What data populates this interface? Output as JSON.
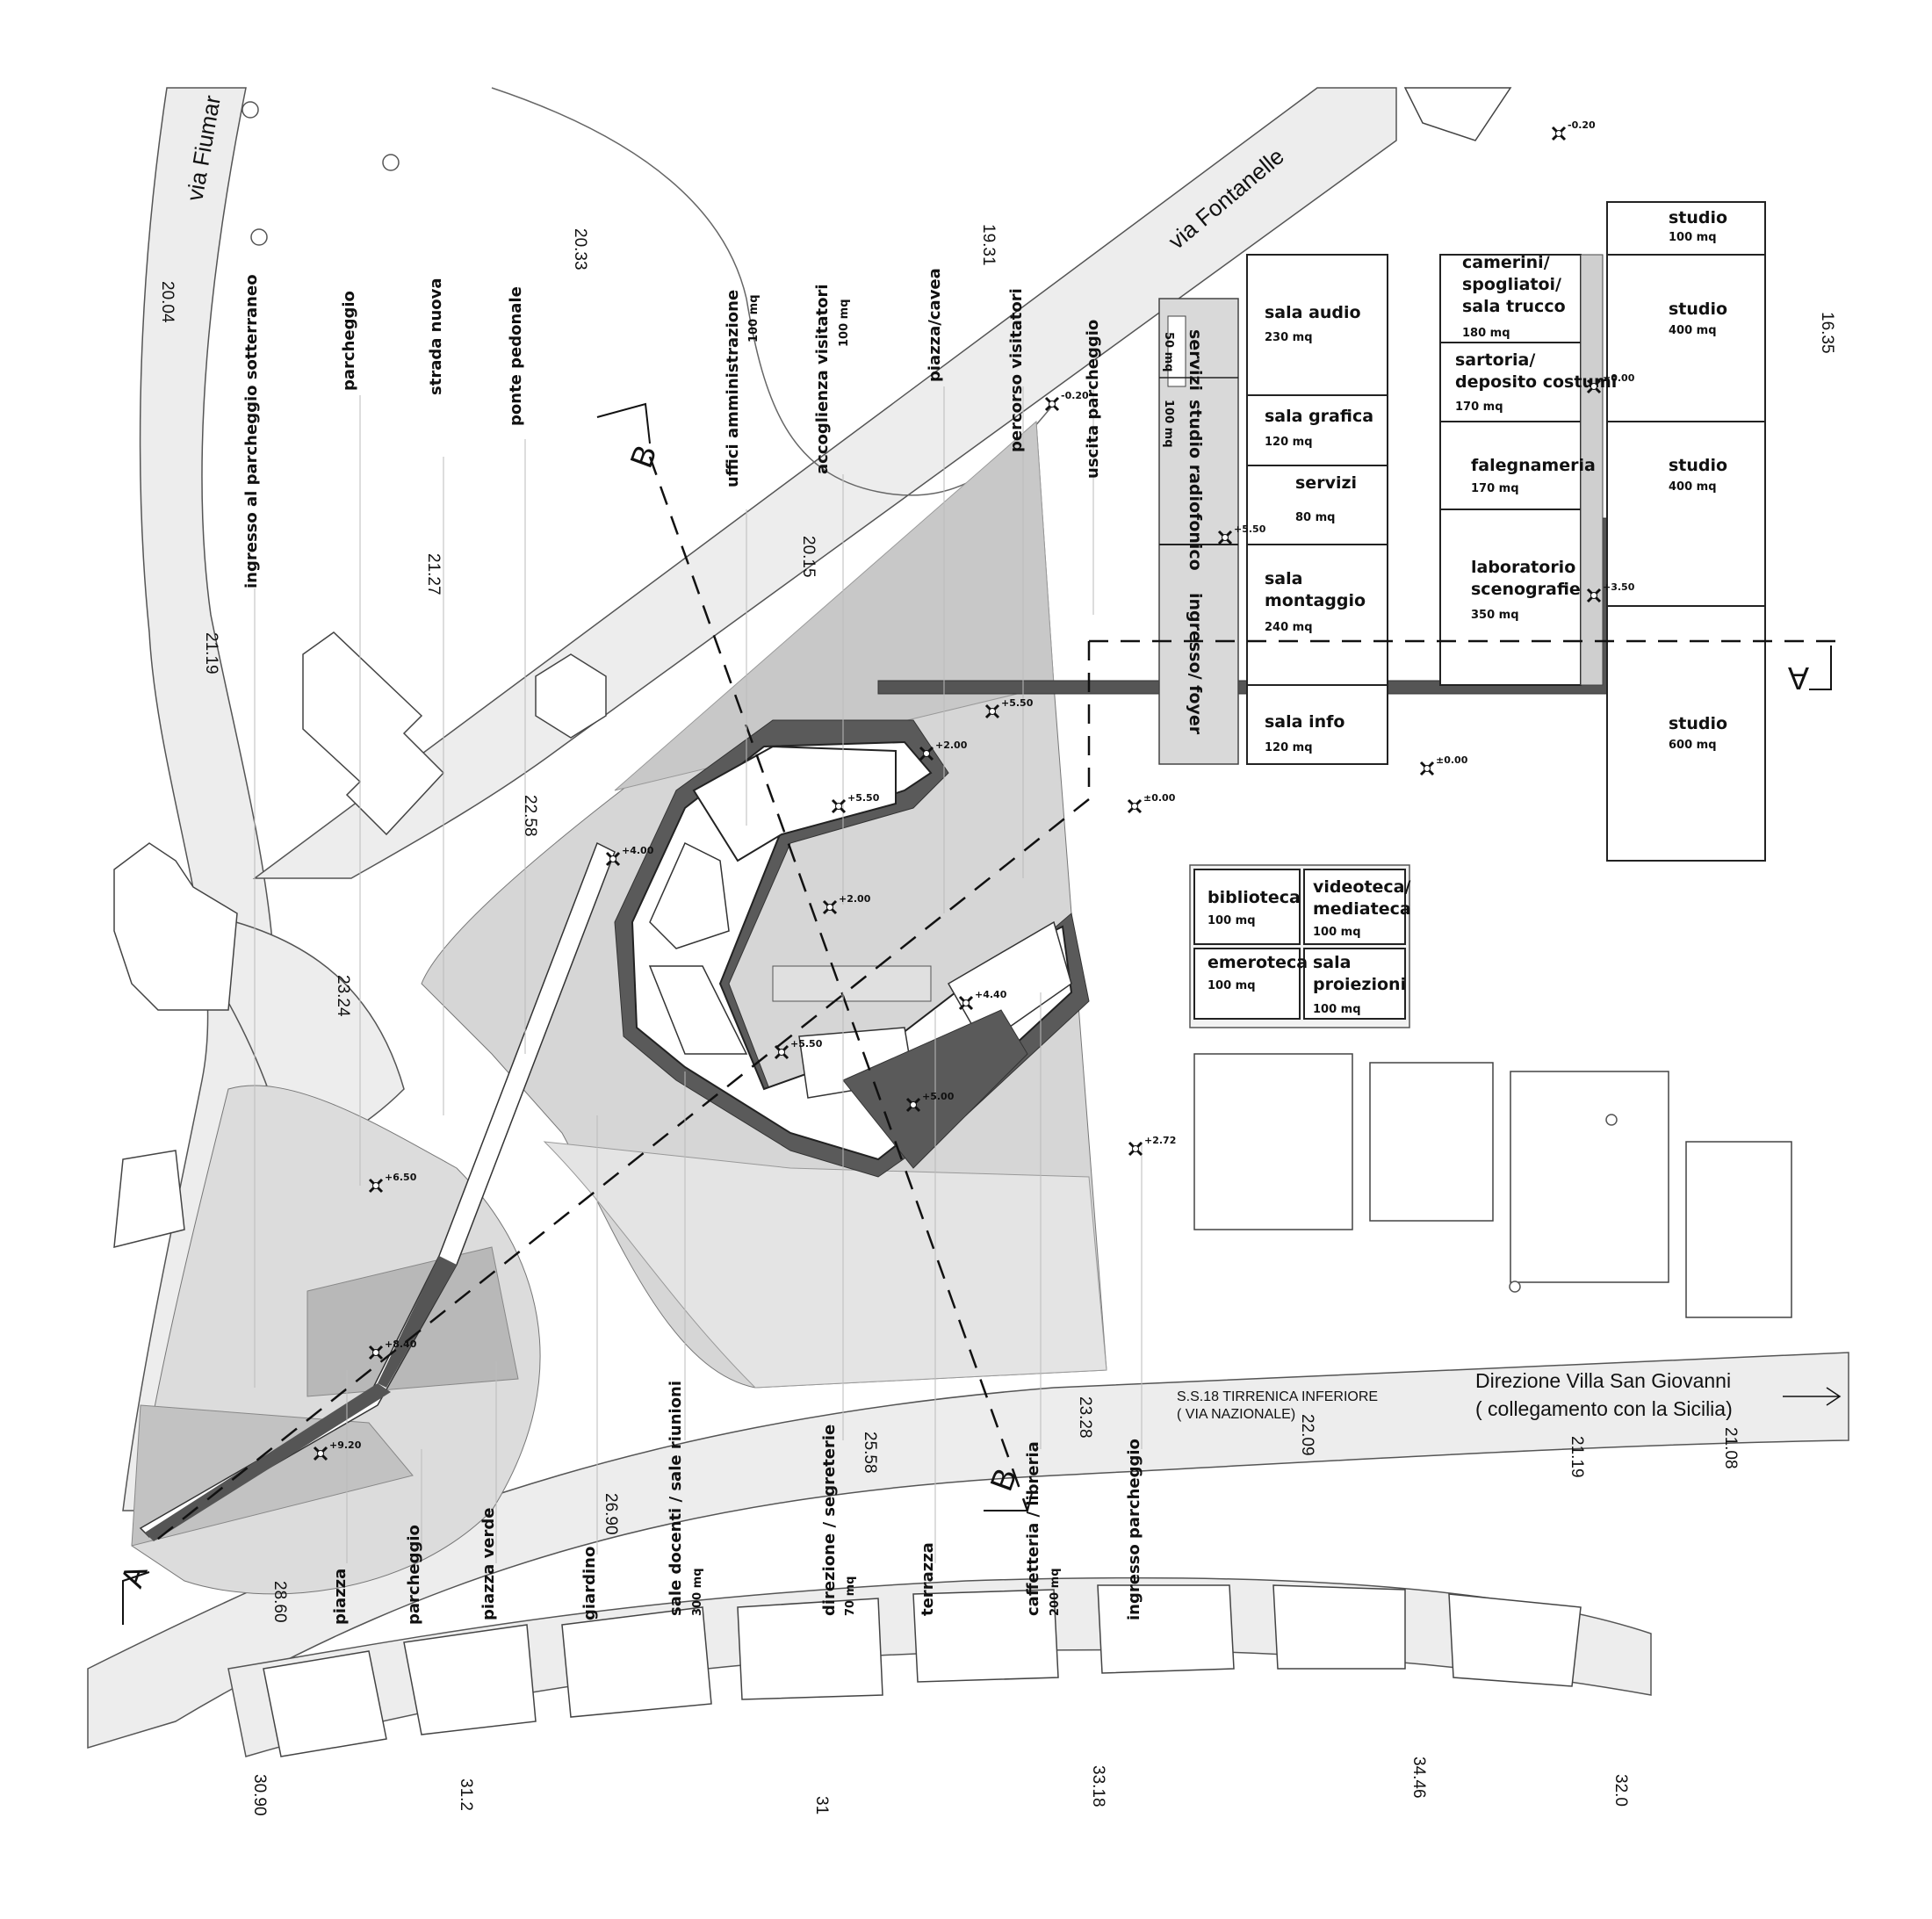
{
  "streets": {
    "fiumara": "via Fiumar",
    "fontanelle": "via Fontanelle",
    "ss18_line1": "S.S.18 TIRRENICA INFERIORE",
    "ss18_line2": "( VIA NAZIONALE)",
    "direction_line1": "Direzione Villa San Giovanni",
    "direction_line2": "( collegamento con la Sicilia)"
  },
  "section_marks": {
    "a": "A",
    "b": "B"
  },
  "top_labels": [
    {
      "text": "ingresso al parcheggio sotterraneo",
      "area": ""
    },
    {
      "text": "parcheggio",
      "area": ""
    },
    {
      "text": "strada nuova",
      "area": ""
    },
    {
      "text": "ponte pedonale",
      "area": ""
    },
    {
      "text": "uffici amministrazione",
      "area": "100 mq"
    },
    {
      "text": "accoglienza visitatori",
      "area": "100 mq"
    },
    {
      "text": "piazza/cavea",
      "area": ""
    },
    {
      "text": "percorso visitatori",
      "area": ""
    },
    {
      "text": "uscita parcheggio",
      "area": ""
    }
  ],
  "bottom_labels": [
    {
      "text": "piazza",
      "area": ""
    },
    {
      "text": "parcheggio",
      "area": ""
    },
    {
      "text": "piazza verde",
      "area": ""
    },
    {
      "text": "giardino",
      "area": ""
    },
    {
      "text": "sale docenti / sale riunioni",
      "area": "300 mq"
    },
    {
      "text": "direzione / segreterie",
      "area": "70 mq"
    },
    {
      "text": "terrazza",
      "area": ""
    },
    {
      "text": "caffetteria / libreria",
      "area": "200 mq"
    },
    {
      "text": "ingresso parcheggio",
      "area": ""
    }
  ],
  "rooms": {
    "servizi_small": {
      "name": "servizi",
      "area": "50 mq"
    },
    "studio_radio": {
      "name": "studio radiofonico",
      "area": "100 mq"
    },
    "ingresso": {
      "name": "ingresso/ foyer"
    },
    "sala_audio": {
      "name": "sala audio",
      "area": "230 mq"
    },
    "sala_grafica": {
      "name": "sala grafica",
      "area": "120 mq"
    },
    "servizi": {
      "name": "servizi",
      "area": "80 mq"
    },
    "sala_montaggio_1": "sala",
    "sala_montaggio_2": "montaggio",
    "sala_montaggio_area": "240 mq",
    "sala_info": {
      "name": "sala info",
      "area": "120 mq"
    },
    "camerini_1": "camerini/",
    "camerini_2": "spogliatoi/",
    "camerini_3": "sala trucco",
    "camerini_area": "180 mq",
    "sartoria_1": "sartoria/",
    "sartoria_2": "deposito costumi",
    "sartoria_area": "170 mq",
    "falegnameria": {
      "name": "falegnameria",
      "area": "170 mq"
    },
    "laboratorio_1": "laboratorio",
    "laboratorio_2": "scenografie",
    "laboratorio_area": "350 mq",
    "studio1": {
      "name": "studio",
      "area": "100 mq"
    },
    "studio2": {
      "name": "studio",
      "area": "400 mq"
    },
    "studio3": {
      "name": "studio",
      "area": "400 mq"
    },
    "studio4": {
      "name": "studio",
      "area": "600 mq"
    },
    "biblioteca": {
      "name": "biblioteca",
      "area": "100 mq"
    },
    "videoteca_1": "videoteca/",
    "videoteca_2": "mediateca",
    "videoteca_area": "100 mq",
    "emeroteca": {
      "name": "emeroteca",
      "area": "100 mq"
    },
    "sala_proiezioni_1": "sala",
    "sala_proiezioni_2": "proiezioni",
    "sala_proiezioni_area": "100 mq"
  },
  "elevations": [
    "-0.20",
    "±0.00",
    "+3.50",
    "+5.50",
    "-0.20",
    "+5.50",
    "+2.00",
    "+5.50",
    "±0.00",
    "±0.00",
    "+4.00",
    "+2.00",
    "+4.40",
    "+5.50",
    "+5.00",
    "+2.72",
    "+6.50",
    "+8.40",
    "+9.20"
  ],
  "spot_heights": [
    "20.04",
    "20.33",
    "19.31",
    "16.35",
    "21.27",
    "20.15",
    "21.19",
    "22.58",
    "23.24",
    "26.90",
    "25.58",
    "23.28",
    "22.09",
    "21.19",
    "21.08",
    "28.60",
    "30.90",
    "31.2",
    "31",
    "33.18",
    "34.46",
    "32.0"
  ]
}
